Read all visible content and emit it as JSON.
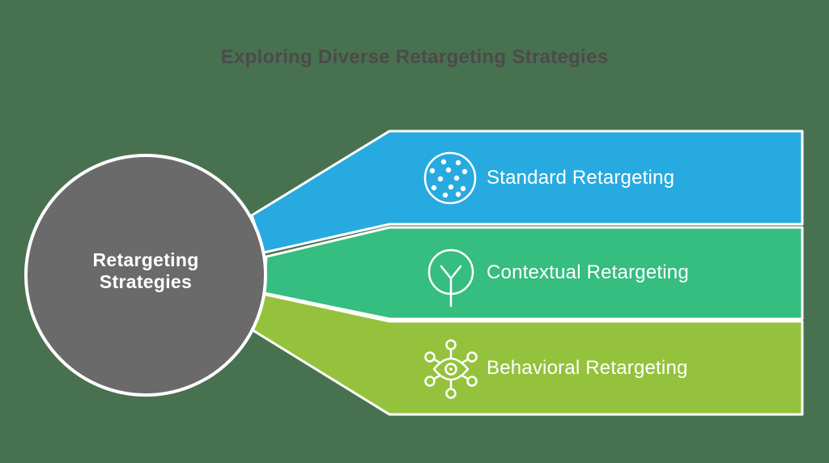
{
  "title": "Exploring Diverse Retargeting Strategies",
  "center_node": {
    "line1": "Retargeting",
    "line2": "Strategies",
    "color": "#6A6A6A"
  },
  "items": [
    {
      "label": "Standard Retargeting",
      "icon": "dots-circle-icon",
      "color": "#27AADF"
    },
    {
      "label": "Contextual Retargeting",
      "icon": "tree-icon",
      "color": "#36BD80"
    },
    {
      "label": "Behavioral Retargeting",
      "icon": "network-eye-icon",
      "color": "#95C23C"
    }
  ],
  "colors": {
    "background": "#487150",
    "band_border": "#FFFFFF",
    "title_text": "#4B4B4B",
    "label_text": "#FFFFFF"
  }
}
